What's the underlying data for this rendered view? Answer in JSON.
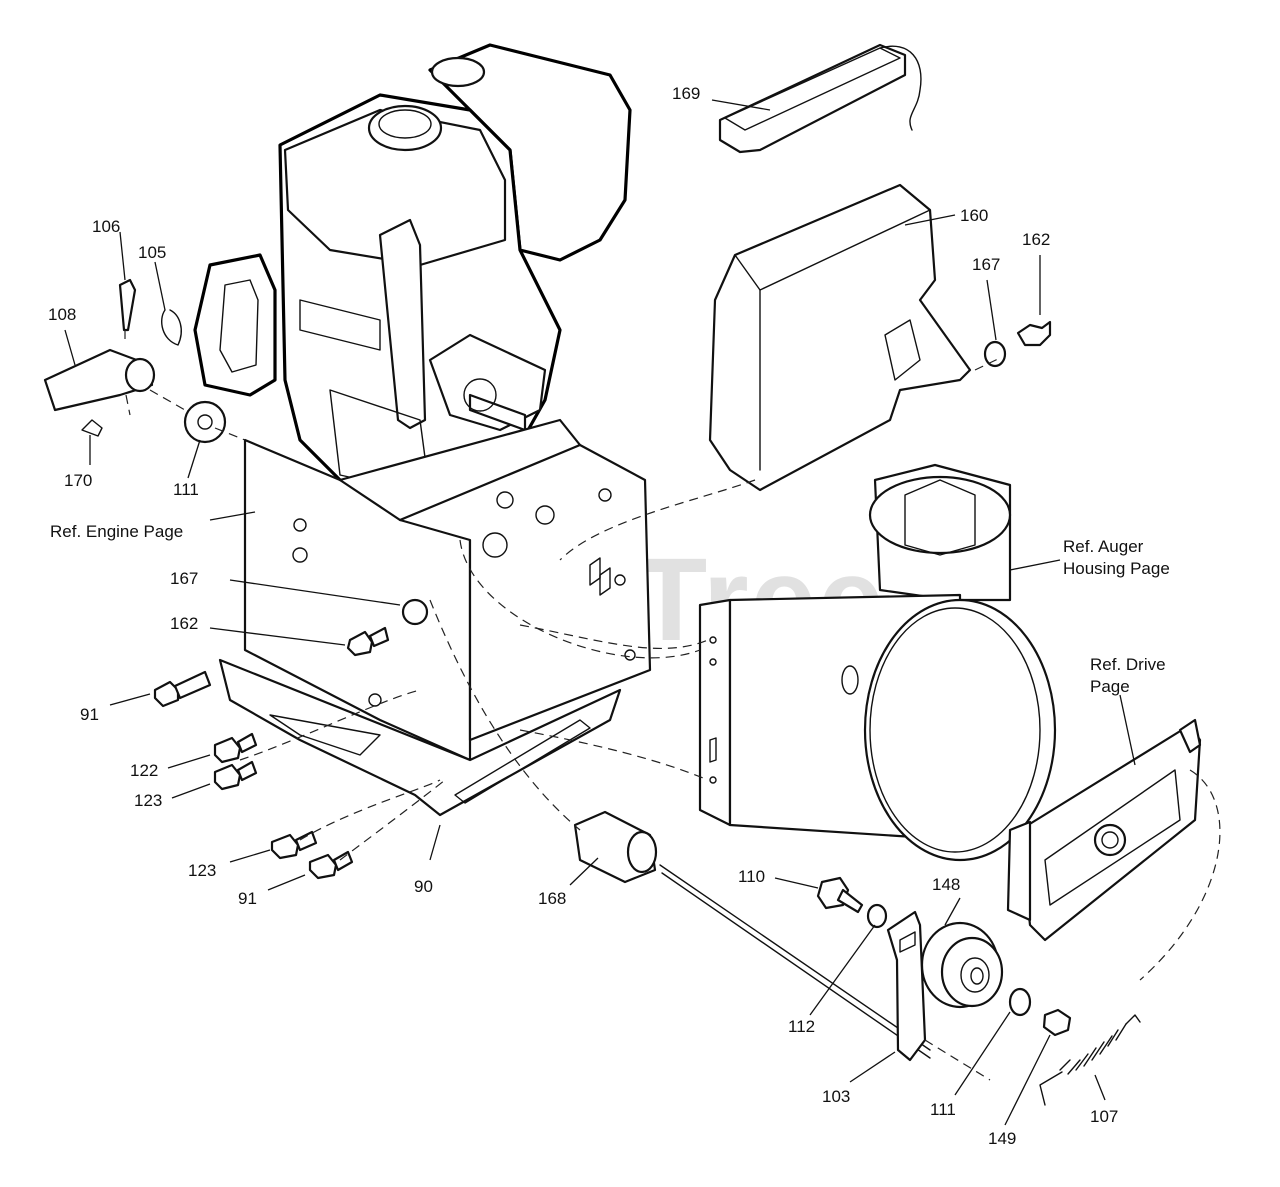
{
  "watermark": "PartsTree",
  "references": {
    "engine": "Ref. Engine Page",
    "auger_line1": "Ref. Auger",
    "auger_line2": "Housing Page",
    "drive_line1": "Ref. Drive",
    "drive_line2": "Page"
  },
  "callouts": {
    "c169": "169",
    "c160": "160",
    "c167_top": "167",
    "c162_top": "162",
    "c106": "106",
    "c105": "105",
    "c108": "108",
    "c170": "170",
    "c111_left": "111",
    "c167_mid": "167",
    "c162_mid": "162",
    "c91_left": "91",
    "c122": "122",
    "c123_upper": "123",
    "c123_lower": "123",
    "c91_lower": "91",
    "c90": "90",
    "c168": "168",
    "c110": "110",
    "c148": "148",
    "c112": "112",
    "c103": "103",
    "c111_right": "111",
    "c149": "149",
    "c107": "107"
  }
}
